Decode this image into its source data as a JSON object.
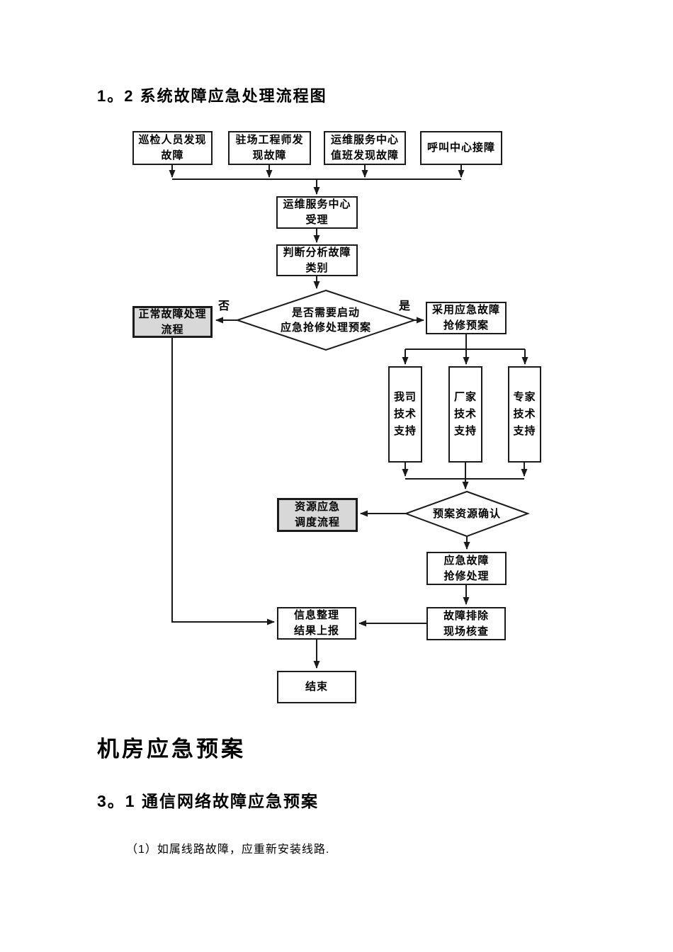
{
  "page": {
    "section_title": "1。2 系统故障应急处理流程图",
    "heading_main": "机房应急预案",
    "heading_sub": "3。1 通信网络故障应急预案",
    "paragraph": "（1）如属线路故障，应重新安装线路."
  },
  "flowchart": {
    "nodes": {
      "inspector": {
        "label": "巡检人员发现\n故障"
      },
      "engineer": {
        "label": "驻场工程师发\n现故障"
      },
      "center_duty": {
        "label": "运维服务中心\n值班发现故障"
      },
      "call_center": {
        "label": "呼叫中心接障"
      },
      "accept": {
        "label": "运维服务中心\n受理"
      },
      "analyze": {
        "label": "判断分析故障\n类别"
      },
      "decision_start": {
        "label": "是否需要启动\n应急抢修处理预案"
      },
      "normal_flow": {
        "label": "正常故障处理\n流程"
      },
      "adopt_plan": {
        "label": "采用应急故障\n抢修预案"
      },
      "support_company": {
        "label": "我司\n技术\n支持"
      },
      "support_vendor": {
        "label": "厂家\n技术\n支持"
      },
      "support_expert": {
        "label": "专家\n技术\n支持"
      },
      "decision_resource": {
        "label": "预案资源确认"
      },
      "resource_dispatch": {
        "label": "资源应急\n调度流程"
      },
      "repair": {
        "label": "应急故障\n抢修处理"
      },
      "verify": {
        "label": "故障排除\n现场核查"
      },
      "report": {
        "label": "信息整理\n结果上报"
      },
      "end": {
        "label": "结束"
      }
    },
    "edge_labels": {
      "no": "否",
      "yes": "是"
    },
    "colors": {
      "line": "#1a1a1a",
      "box_fill": "#ffffff",
      "highlight_fill": "#d8d8d8"
    }
  }
}
